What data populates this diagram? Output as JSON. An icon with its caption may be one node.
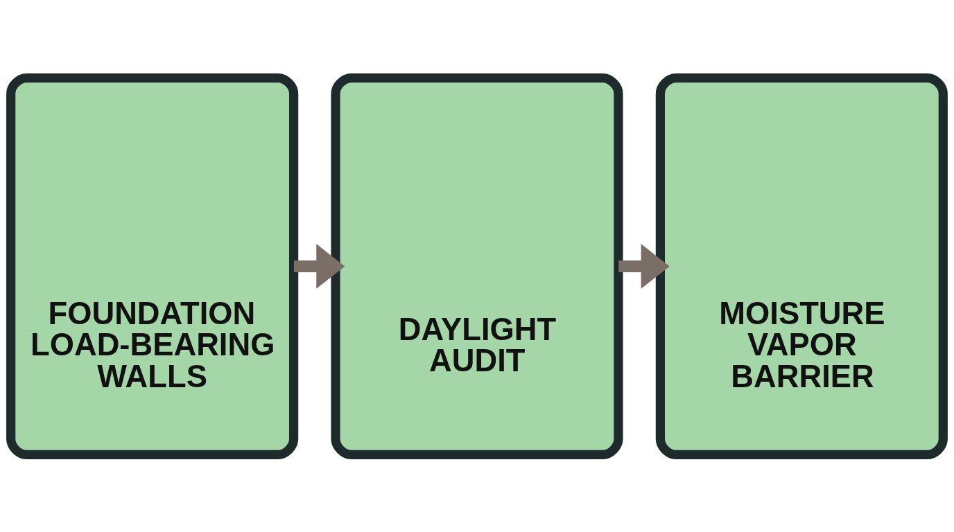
{
  "diagram": {
    "nodes": [
      {
        "text": [
          "FOUNDATION LOAD-BEARING WALLS"
        ]
      },
      {
        "text": [
          "DAYLIGHT AUDIT"
        ]
      },
      {
        "text": [
          "MOISTURE VAPOR BARRIER"
        ]
      }
    ],
    "edges": [
      {
        "from": 0,
        "to": 1,
        "arrow": "to"
      },
      {
        "from": 1,
        "to": 2,
        "arrow": "to"
      }
    ]
  }
}
